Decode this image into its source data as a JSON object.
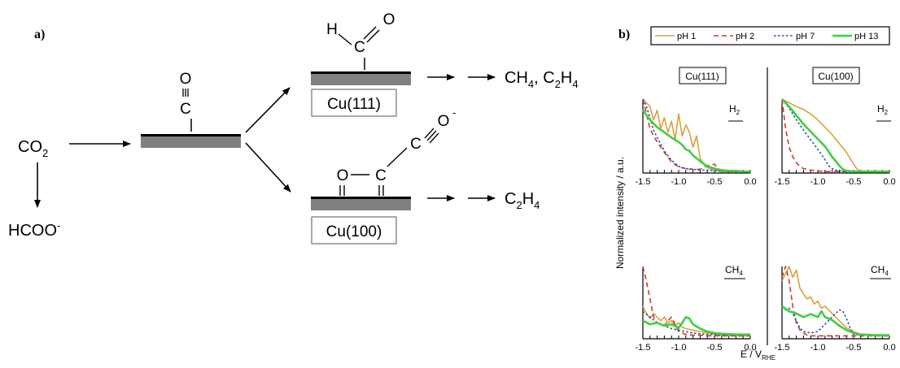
{
  "panel_a": {
    "label": "a)",
    "co2": {
      "main": "CO",
      "sub": "2"
    },
    "formate": {
      "main": "HCOO",
      "sup": "-"
    },
    "co_adsorbate": {
      "o": "O",
      "c": "C"
    },
    "cho_adsorbate": {
      "h": "H",
      "c": "C",
      "o": "O"
    },
    "ococ_adsorbate": {
      "o1": "O",
      "c1": "C",
      "c2": "C",
      "o2": "O",
      "o2_sup": "-"
    },
    "facet_111": "Cu(111)",
    "facet_100": "Cu(100)",
    "product_111": {
      "t1": "CH",
      "s1": "4",
      "t2": ", C",
      "s2": "2",
      "t3": "H",
      "s3": "4"
    },
    "product_100": {
      "t1": "C",
      "s1": "2",
      "t2": "H",
      "s2": "4"
    }
  },
  "panel_b": {
    "label": "b)",
    "ylabel": "Normalized intensity / a.u.",
    "xlabel_main": "E / V",
    "xlabel_sub": "RHE",
    "col_titles": [
      "Cu(111)",
      "Cu(100)"
    ],
    "row_species": [
      {
        "main": "H",
        "sub": "2"
      },
      {
        "main": "CH",
        "sub": "4"
      }
    ],
    "colors": {
      "pH 1": "#d9a040",
      "pH 2": "#cc3a2a",
      "pH 7": "#2f4fa8",
      "pH 13": "#3fcf3f"
    }
  },
  "chart_data": [
    {
      "type": "line",
      "facet": "Cu(111)",
      "species": "H2",
      "xlim": [
        -1.5,
        0.0
      ],
      "x_ticks": [
        -1.5,
        -1.0,
        -0.5,
        0.0
      ],
      "x_tick_labels": [
        "-1.5",
        "-1.0",
        "-0.5",
        "0.0"
      ],
      "series": [
        {
          "name": "pH 1",
          "style": "solid",
          "x": [
            -1.5,
            -1.45,
            -1.4,
            -1.35,
            -1.3,
            -1.25,
            -1.2,
            -1.15,
            -1.1,
            -1.05,
            -1.0,
            -0.95,
            -0.9,
            -0.85,
            -0.8,
            -0.75,
            -0.7,
            -0.65,
            -0.6,
            -0.55,
            -0.5,
            -0.45,
            -0.4,
            -0.3,
            -0.2,
            -0.1,
            0.0
          ],
          "y": [
            1.0,
            0.95,
            0.9,
            0.72,
            0.85,
            0.6,
            0.75,
            0.55,
            0.7,
            0.45,
            0.8,
            0.5,
            0.65,
            0.55,
            0.35,
            0.5,
            0.2,
            0.12,
            0.08,
            0.05,
            0.04,
            0.03,
            0.02,
            0.02,
            0.02,
            0.02,
            0.02
          ]
        },
        {
          "name": "pH 2",
          "style": "dashed",
          "x": [
            -1.5,
            -1.45,
            -1.4,
            -1.35,
            -1.3,
            -1.2,
            -1.1,
            -1.0,
            -0.9,
            -0.8,
            -0.7,
            -0.6,
            -0.5,
            -0.45,
            -0.4,
            -0.3,
            -0.2,
            -0.1,
            0.0
          ],
          "y": [
            1.0,
            0.8,
            0.6,
            0.5,
            0.42,
            0.28,
            0.15,
            0.08,
            0.06,
            0.05,
            0.05,
            0.1,
            0.12,
            0.06,
            0.03,
            0.02,
            0.02,
            0.02,
            0.02
          ]
        },
        {
          "name": "pH 7",
          "style": "dotted",
          "x": [
            -1.5,
            -1.45,
            -1.4,
            -1.35,
            -1.3,
            -1.2,
            -1.1,
            -1.0,
            -0.9,
            -0.8,
            -0.7,
            -0.6,
            -0.5,
            -0.4,
            -0.3,
            -0.2,
            -0.1,
            0.0
          ],
          "y": [
            1.0,
            0.9,
            0.75,
            0.58,
            0.48,
            0.3,
            0.17,
            0.09,
            0.06,
            0.05,
            0.04,
            0.04,
            0.03,
            0.03,
            0.02,
            0.02,
            0.02,
            0.02
          ]
        },
        {
          "name": "pH 13",
          "style": "solid",
          "x": [
            -1.5,
            -1.4,
            -1.3,
            -1.2,
            -1.1,
            -1.05,
            -1.0,
            -0.95,
            -0.9,
            -0.85,
            -0.8,
            -0.75,
            -0.7,
            -0.6,
            -0.5,
            -0.4,
            -0.3,
            -0.2,
            -0.1,
            0.0
          ],
          "y": [
            0.85,
            0.72,
            0.62,
            0.55,
            0.48,
            0.45,
            0.42,
            0.38,
            0.32,
            0.3,
            0.24,
            0.2,
            0.16,
            0.09,
            0.06,
            0.04,
            0.03,
            0.03,
            0.02,
            0.02
          ]
        }
      ]
    },
    {
      "type": "line",
      "facet": "Cu(100)",
      "species": "H2",
      "xlim": [
        -1.5,
        0.0
      ],
      "x_ticks": [
        -1.5,
        -1.0,
        -0.5,
        0.0
      ],
      "x_tick_labels": [
        "-1.5",
        "-1.0",
        "-0.5",
        "0.0"
      ],
      "series": [
        {
          "name": "pH 1",
          "style": "solid",
          "x": [
            -1.5,
            -1.4,
            -1.3,
            -1.2,
            -1.1,
            -1.0,
            -0.9,
            -0.8,
            -0.7,
            -0.6,
            -0.5,
            -0.45,
            -0.4,
            -0.3,
            -0.2,
            -0.1,
            0.0
          ],
          "y": [
            1.0,
            0.95,
            0.9,
            0.86,
            0.8,
            0.72,
            0.62,
            0.52,
            0.4,
            0.28,
            0.12,
            0.05,
            0.03,
            0.02,
            0.02,
            0.02,
            0.02
          ]
        },
        {
          "name": "pH 2",
          "style": "dashed",
          "x": [
            -1.5,
            -1.45,
            -1.4,
            -1.35,
            -1.3,
            -1.25,
            -1.2,
            -1.1,
            -1.0,
            -0.9,
            -0.8,
            -0.6,
            -0.4,
            -0.2,
            0.0
          ],
          "y": [
            1.0,
            0.6,
            0.35,
            0.22,
            0.14,
            0.09,
            0.06,
            0.04,
            0.03,
            0.02,
            0.02,
            0.02,
            0.02,
            0.02,
            0.02
          ]
        },
        {
          "name": "pH 7",
          "style": "dotted",
          "x": [
            -1.5,
            -1.4,
            -1.3,
            -1.2,
            -1.1,
            -1.0,
            -0.9,
            -0.85,
            -0.8,
            -0.75,
            -0.7,
            -0.6,
            -0.4,
            -0.2,
            0.0
          ],
          "y": [
            1.0,
            0.88,
            0.72,
            0.58,
            0.45,
            0.32,
            0.18,
            0.1,
            0.06,
            0.04,
            0.03,
            0.02,
            0.02,
            0.02,
            0.02
          ]
        },
        {
          "name": "pH 13",
          "style": "solid",
          "x": [
            -1.5,
            -1.4,
            -1.3,
            -1.2,
            -1.1,
            -1.0,
            -0.9,
            -0.8,
            -0.7,
            -0.65,
            -0.6,
            -0.5,
            -0.4,
            -0.2,
            0.0
          ],
          "y": [
            1.0,
            0.9,
            0.78,
            0.66,
            0.56,
            0.46,
            0.36,
            0.22,
            0.1,
            0.05,
            0.03,
            0.02,
            0.02,
            0.02,
            0.02
          ]
        }
      ]
    },
    {
      "type": "line",
      "facet": "Cu(111)",
      "species": "CH4",
      "xlim": [
        -1.5,
        0.0
      ],
      "x_ticks": [
        -1.5,
        -1.0,
        -0.5,
        0.0
      ],
      "x_tick_labels": [
        "-1.5",
        "-1.0",
        "-0.5",
        "0.0"
      ],
      "series": [
        {
          "name": "pH 1",
          "style": "solid",
          "x": [
            -1.5,
            -1.45,
            -1.4,
            -1.35,
            -1.3,
            -1.25,
            -1.2,
            -1.15,
            -1.1,
            -1.05,
            -1.0,
            -0.95,
            -0.9,
            -0.8,
            -0.7,
            -0.6,
            -0.5,
            -0.4,
            -0.2,
            0.0
          ],
          "y": [
            0.45,
            0.35,
            0.28,
            0.35,
            0.3,
            0.25,
            0.3,
            0.22,
            0.25,
            0.18,
            0.22,
            0.16,
            0.14,
            0.12,
            0.1,
            0.08,
            0.06,
            0.05,
            0.04,
            0.04
          ]
        },
        {
          "name": "pH 2",
          "style": "dashed",
          "x": [
            -1.5,
            -1.45,
            -1.4,
            -1.35,
            -1.3,
            -1.25,
            -1.2,
            -1.15,
            -1.1,
            -1.05,
            -1.0,
            -0.95,
            -0.9,
            -0.8,
            -0.7,
            -0.6,
            -0.4,
            -0.2,
            0.0
          ],
          "y": [
            1.0,
            0.8,
            0.55,
            0.3,
            0.22,
            0.2,
            0.18,
            0.25,
            0.3,
            0.2,
            0.1,
            0.08,
            0.06,
            0.05,
            0.05,
            0.04,
            0.04,
            0.04,
            0.04
          ]
        },
        {
          "name": "pH 7",
          "style": "dotted",
          "x": [
            -1.5,
            -1.4,
            -1.3,
            -1.2,
            -1.1,
            -1.0,
            -0.9,
            -0.8,
            -0.7,
            -0.6,
            -0.5,
            -0.4,
            -0.2,
            0.0
          ],
          "y": [
            0.38,
            0.3,
            0.22,
            0.18,
            0.14,
            0.12,
            0.1,
            0.08,
            0.07,
            0.06,
            0.06,
            0.05,
            0.05,
            0.05
          ]
        },
        {
          "name": "pH 13",
          "style": "solid",
          "x": [
            -1.5,
            -1.4,
            -1.3,
            -1.2,
            -1.1,
            -1.0,
            -0.95,
            -0.9,
            -0.85,
            -0.8,
            -0.7,
            -0.6,
            -0.5,
            -0.4,
            -0.2,
            0.0
          ],
          "y": [
            0.25,
            0.2,
            0.22,
            0.18,
            0.2,
            0.15,
            0.22,
            0.3,
            0.28,
            0.2,
            0.14,
            0.1,
            0.08,
            0.07,
            0.06,
            0.06
          ]
        }
      ]
    },
    {
      "type": "line",
      "facet": "Cu(100)",
      "species": "CH4",
      "xlim": [
        -1.5,
        0.0
      ],
      "x_ticks": [
        -1.5,
        -1.0,
        -0.5,
        0.0
      ],
      "x_tick_labels": [
        "-1.5",
        "-1.0",
        "-0.5",
        "0.0"
      ],
      "series": [
        {
          "name": "pH 1",
          "style": "solid",
          "x": [
            -1.5,
            -1.45,
            -1.4,
            -1.35,
            -1.3,
            -1.25,
            -1.2,
            -1.15,
            -1.1,
            -1.05,
            -1.0,
            -0.95,
            -0.9,
            -0.8,
            -0.7,
            -0.6,
            -0.5,
            -0.4,
            -0.2,
            0.0
          ],
          "y": [
            0.8,
            0.9,
            1.0,
            0.85,
            0.95,
            0.7,
            0.62,
            0.55,
            0.58,
            0.48,
            0.52,
            0.42,
            0.45,
            0.35,
            0.25,
            0.15,
            0.1,
            0.06,
            0.04,
            0.04
          ]
        },
        {
          "name": "pH 2",
          "style": "dashed",
          "x": [
            -1.5,
            -1.45,
            -1.4,
            -1.35,
            -1.3,
            -1.25,
            -1.2,
            -1.15,
            -1.1,
            -1.0,
            -0.9,
            -0.7,
            -0.5,
            -0.3,
            0.0
          ],
          "y": [
            0.85,
            1.0,
            0.8,
            0.45,
            0.22,
            0.12,
            0.08,
            0.05,
            0.04,
            0.04,
            0.04,
            0.04,
            0.04,
            0.04,
            0.04
          ]
        },
        {
          "name": "pH 7",
          "style": "dotted",
          "x": [
            -1.5,
            -1.45,
            -1.4,
            -1.35,
            -1.3,
            -1.25,
            -1.2,
            -1.1,
            -1.0,
            -0.9,
            -0.8,
            -0.7,
            -0.65,
            -0.6,
            -0.55,
            -0.5,
            -0.4,
            -0.3,
            -0.2,
            0.0
          ],
          "y": [
            0.45,
            0.4,
            0.42,
            0.35,
            0.25,
            0.15,
            0.1,
            0.08,
            0.1,
            0.2,
            0.3,
            0.4,
            0.38,
            0.28,
            0.15,
            0.06,
            0.05,
            0.05,
            0.05,
            0.05
          ]
        },
        {
          "name": "pH 13",
          "style": "solid",
          "x": [
            -1.5,
            -1.4,
            -1.3,
            -1.2,
            -1.1,
            -1.0,
            -0.95,
            -0.9,
            -0.8,
            -0.7,
            -0.6,
            -0.5,
            -0.4,
            -0.2,
            0.0
          ],
          "y": [
            0.45,
            0.38,
            0.35,
            0.3,
            0.34,
            0.3,
            0.38,
            0.3,
            0.26,
            0.18,
            0.12,
            0.08,
            0.06,
            0.05,
            0.05
          ]
        }
      ]
    }
  ]
}
